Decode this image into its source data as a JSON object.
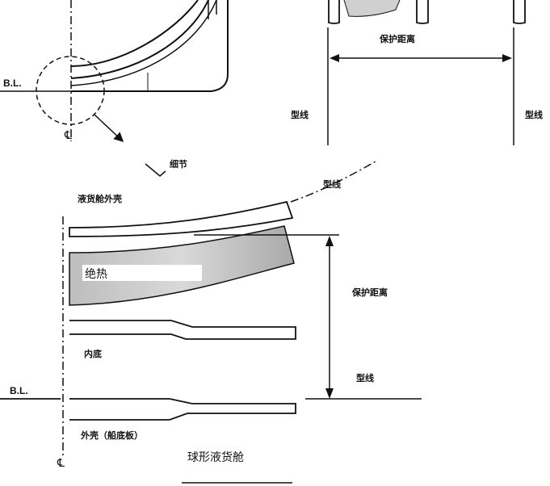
{
  "labels": {
    "bl_top": "B.L.",
    "bl_bottom": "B.L.",
    "cl_top": "℄",
    "cl_bottom": "℄",
    "detail": "细节",
    "protection_distance_top": "保护距离",
    "profile_line_top_mid": "型线",
    "profile_line_top_right": "型线",
    "profile_line_curve": "型线",
    "tank_shell": "液货舱外壳",
    "insulation": "绝热",
    "protection_distance_bottom": "保护距离",
    "inner_bottom": "内底",
    "profile_line_bottom": "型线",
    "outer_shell": "外壳（船底板）",
    "caption": "球形液货舱"
  },
  "colors": {
    "line": "#111111",
    "insulation_fill": "#c8c8c8"
  }
}
